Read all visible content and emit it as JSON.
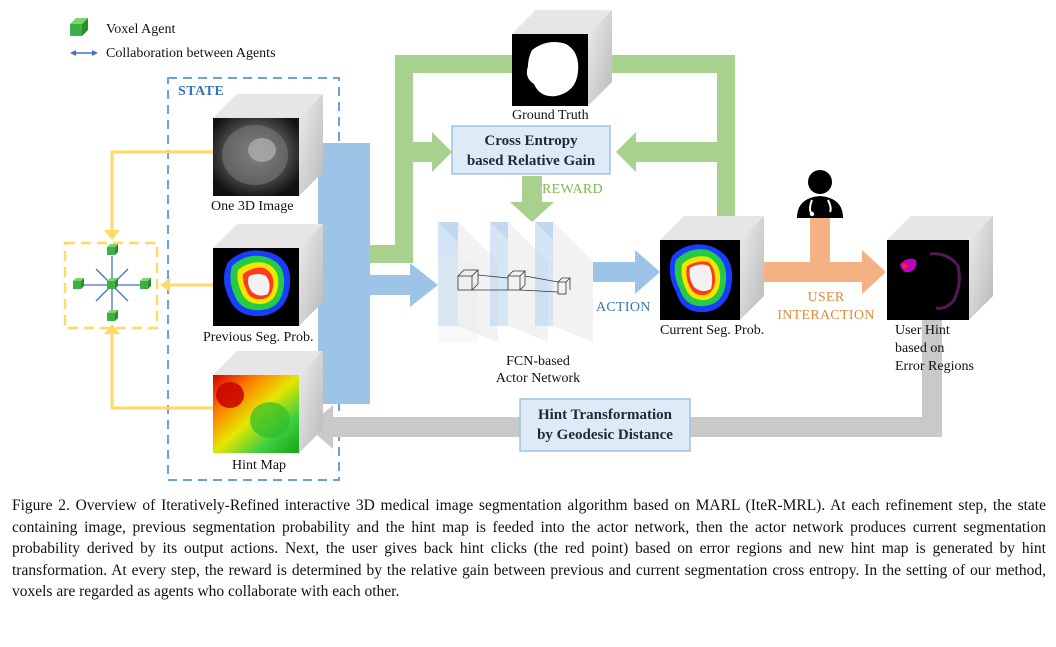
{
  "legend": {
    "voxel_agent": "Voxel Agent",
    "collaboration": "Collaboration between Agents"
  },
  "state": {
    "title": "STATE",
    "image_label": "One 3D Image",
    "prev_seg_label": "Previous Seg. Prob.",
    "hint_map_label": "Hint Map"
  },
  "ground_truth": "Ground Truth",
  "cross_entropy": {
    "line1": "Cross Entropy",
    "line2": "based Relative Gain"
  },
  "reward": "REWARD",
  "actor": {
    "line1": "FCN-based",
    "line2": "Actor Network"
  },
  "action": "ACTION",
  "current_seg": "Current Seg. Prob.",
  "user_interaction": {
    "line1": "USER",
    "line2": "INTERACTION"
  },
  "user_hint": {
    "line1": "User Hint",
    "line2": "based on",
    "line3": "Error Regions"
  },
  "hint_transform": {
    "line1": "Hint Transformation",
    "line2": "by Geodesic Distance"
  },
  "caption": "Figure 2. Overview of Iteratively-Refined interactive 3D medical image segmentation algorithm based on MARL (IteR-MRL). At each refinement step, the state containing image, previous segmentation probability and the hint map is feeded into the actor network, then the actor network produces current segmentation probability derived by its output actions. Next, the user gives back hint clicks (the red point) based on error regions and new hint map is generated by hint transformation. At every step, the reward is determined by the relative gain between previous and current segmentation cross entropy. In the setting of our method, voxels are regarded as agents who collaborate with each other.",
  "colors": {
    "green_arrow": "#a9d18e",
    "blue_arrow": "#9dc3e6",
    "gray_arrow": "#c9c9c9",
    "orange_arrow": "#f4b183",
    "yellow_arrow": "#ffd966",
    "box_fill": "#deebf7",
    "box_border": "#9dc3e6"
  }
}
